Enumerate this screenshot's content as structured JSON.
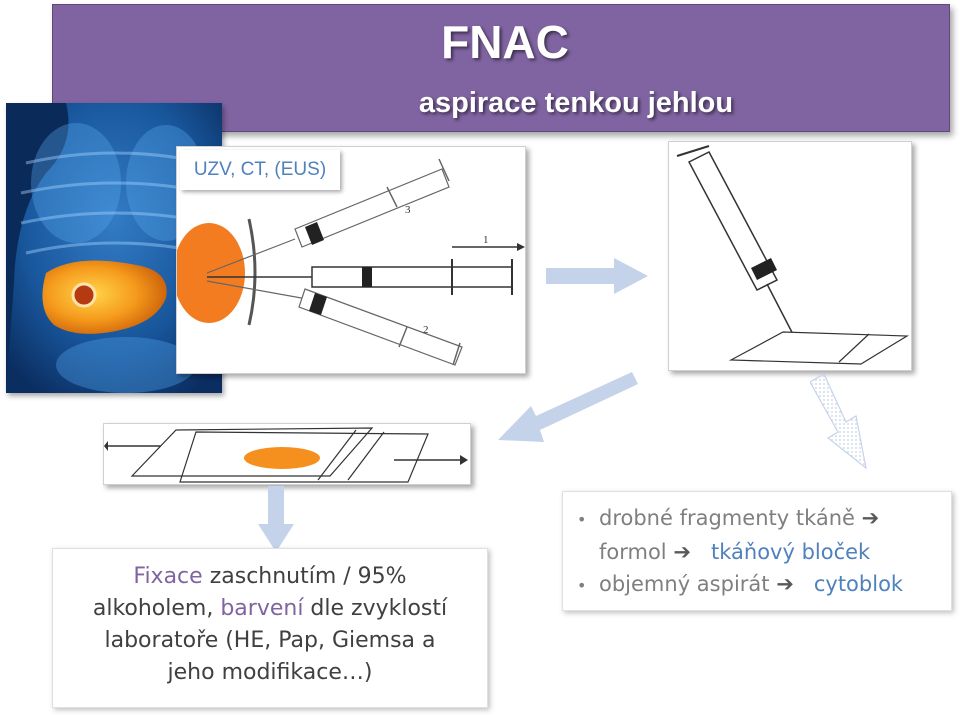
{
  "header": {
    "title": "FNAC",
    "subtitle": "aspirace tenkou jehlou"
  },
  "imaging": {
    "modality_label": "UZV, CT, (EUS)",
    "syringe_labels": [
      "3",
      "1",
      "2"
    ]
  },
  "fixation": {
    "term_fixace": "Fixace",
    "text_1": " zaschnutím / 95%",
    "text_2": "alkoholem, ",
    "term_barveni": "barvení",
    "text_3": " dle zvyklostí",
    "text_4": "laboratoře (HE, Pap, Giemsa a",
    "text_5": "jeho modifikace…)"
  },
  "results": {
    "line1": "drobné fragmenty tkáně",
    "line2_a": "formol",
    "line2_b": "tkáňový bloček",
    "line3_a": "objemný aspirát",
    "line3_b": "cytoblok",
    "bullet": "•",
    "arrow": "➔"
  },
  "colors": {
    "banner": "#8064a2",
    "accent_blue": "#4f81bd",
    "tissue_orange": "#f47c20",
    "flow_arrow": "#c5d3ea"
  }
}
